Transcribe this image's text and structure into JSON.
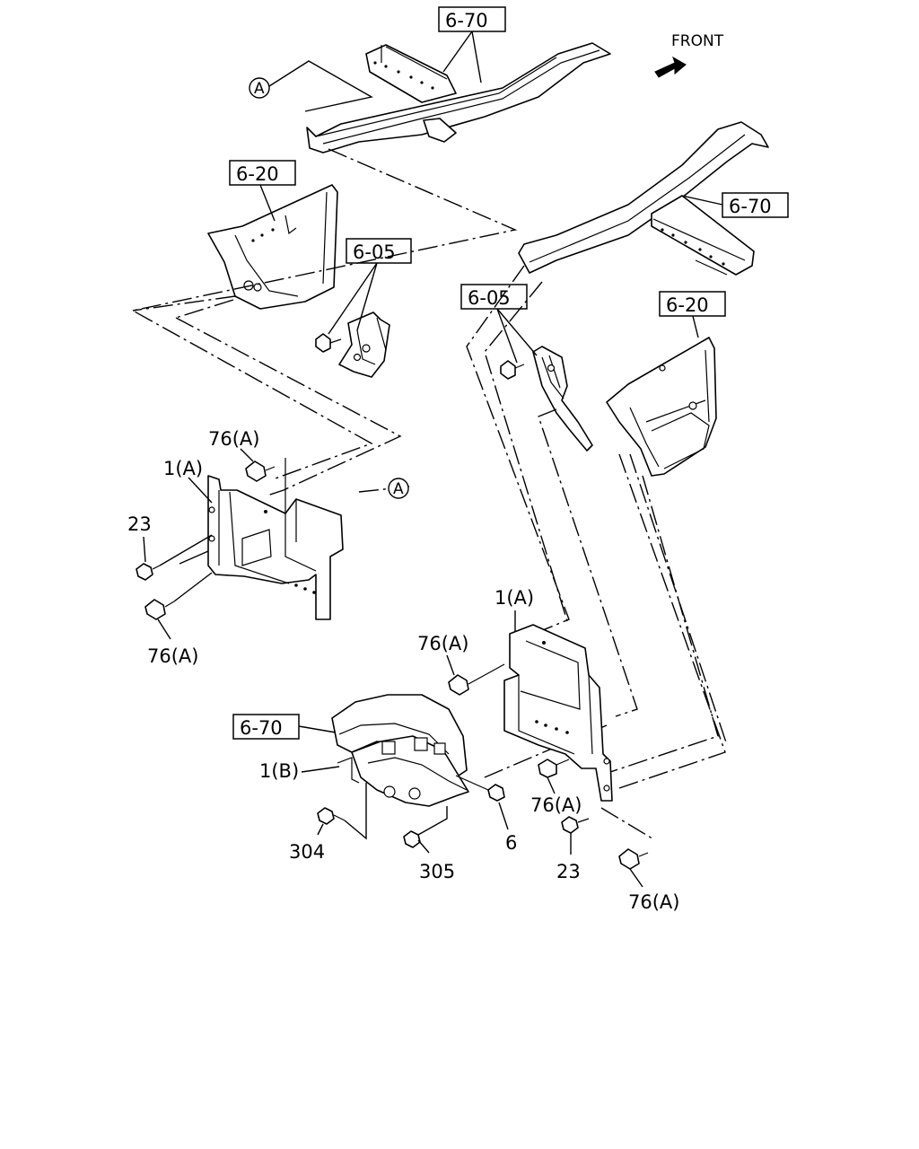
{
  "direction_label": "FRONT",
  "callouts": {
    "frame_top": "6-70",
    "frame_right": "6-70",
    "frame_bottom": "6-70",
    "apron_left": "6-20",
    "apron_right": "6-20",
    "bracket_left": "6-05",
    "bracket_right": "6-05"
  },
  "circle_ref": {
    "top": "A",
    "middle": "A"
  },
  "parts": {
    "p1a_left": "1(A)",
    "p1a_right": "1(A)",
    "p1b": "1(B)",
    "p76a_left_top": "76(A)",
    "p76a_left_bottom": "76(A)",
    "p76a_right_top": "76(A)",
    "p76a_right_mid": "76(A)",
    "p76a_right_bottom": "76(A)",
    "p23_left": "23",
    "p23_right": "23",
    "p304": "304",
    "p305": "305",
    "p6": "6"
  }
}
